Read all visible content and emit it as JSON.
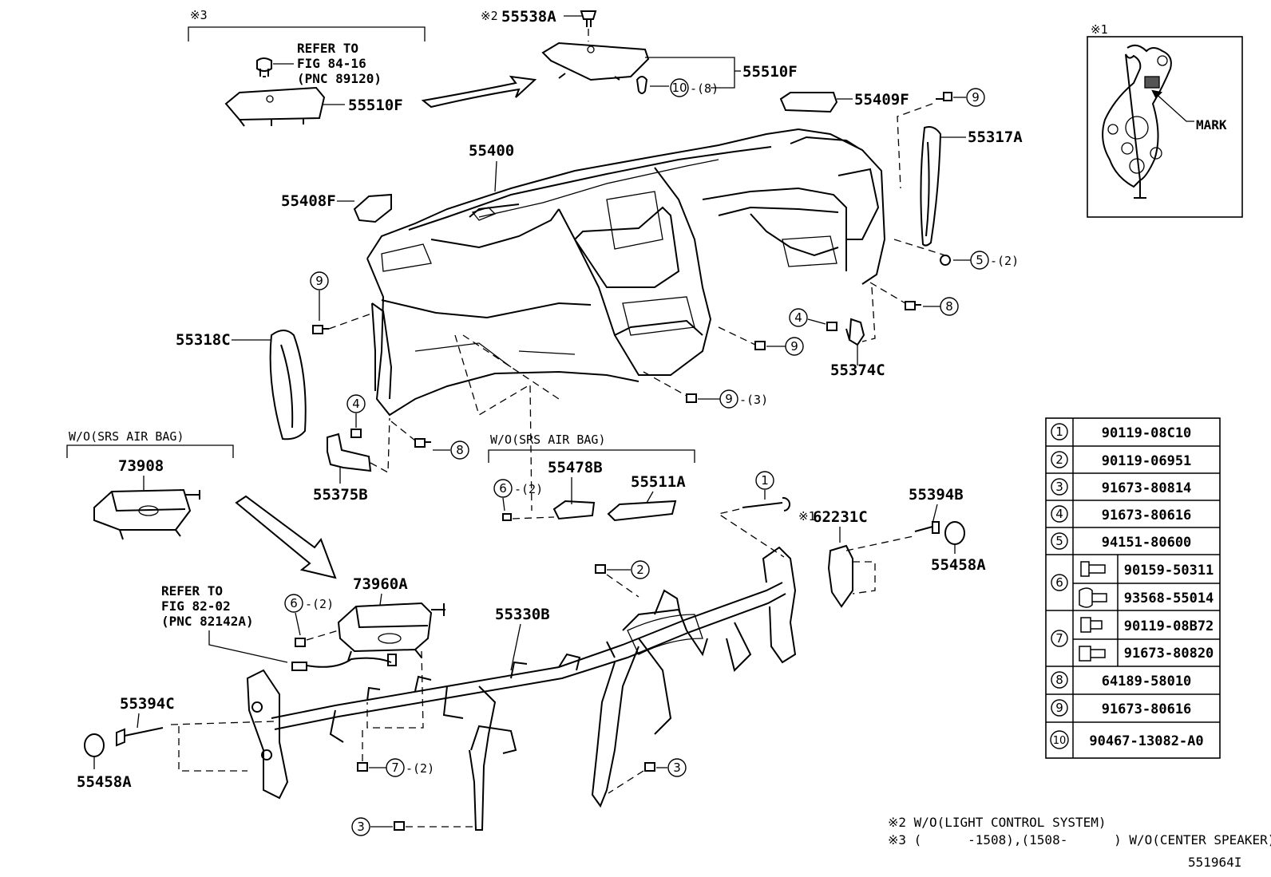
{
  "parts": {
    "p55538A": "55538A",
    "p55510F_top": "55510F",
    "p55510F_left": "55510F",
    "p55409F": "55409F",
    "p55317A": "55317A",
    "p55400": "55400",
    "p55408F": "55408F",
    "p55318C": "55318C",
    "p55374C": "55374C",
    "p55375B": "55375B",
    "p73908": "73908",
    "p55478B": "55478B",
    "p55511A": "55511A",
    "p62231C": "62231C",
    "p55394B": "55394B",
    "p55458A_right": "55458A",
    "p73960A": "73960A",
    "p55330B": "55330B",
    "p55394C": "55394C",
    "p55458A_left": "55458A"
  },
  "notes": {
    "mark3": "※3",
    "mark2": "※2",
    "mark1": "※1",
    "mark1_inline": "※1",
    "refer1_l1": "REFER TO",
    "refer1_l2": "FIG 84-16",
    "refer1_l3": "(PNC 89120)",
    "refer2_l1": "REFER TO",
    "refer2_l2": "FIG 82-02",
    "refer2_l3": "(PNC 82142A)",
    "wo_srs_1": "W/O(SRS AIR BAG)",
    "wo_srs_2": "W/O(SRS AIR BAG)",
    "mark_label": "MARK",
    "footnote2": "※2 W/O(LIGHT CONTROL SYSTEM)",
    "footnote3": "※3 (      -1508),(1508-      ) W/O(CENTER SPEAKER)",
    "diagram_id": "551964I"
  },
  "callouts": {
    "c10": "10",
    "q10": "-(8)",
    "c9a": "9",
    "c5": "5",
    "q5": "-(2)",
    "c9b": "9",
    "c8a": "8",
    "c4a": "4",
    "c9c": "9",
    "c9d": "9",
    "q9d": "-(3)",
    "c4b": "4",
    "c8b": "8",
    "c6a": "6",
    "q6a": "-(2)",
    "c1": "1",
    "c2": "2",
    "c6b": "6",
    "q6b": "-(2)",
    "c7": "7",
    "q7": "-(2)",
    "c3a": "3",
    "c3b": "3"
  },
  "legend": [
    {
      "no": "1",
      "part": "90119-08C10"
    },
    {
      "no": "2",
      "part": "90119-06951"
    },
    {
      "no": "3",
      "part": "91673-80814"
    },
    {
      "no": "4",
      "part": "91673-80616"
    },
    {
      "no": "5",
      "part": "94151-80600"
    },
    {
      "no": "6",
      "part_a": "90159-50311",
      "part_b": "93568-55014"
    },
    {
      "no": "7",
      "part_a": "90119-08B72",
      "part_b": "91673-80820"
    },
    {
      "no": "8",
      "part": "64189-58010"
    },
    {
      "no": "9",
      "part": "91673-80616"
    },
    {
      "no": "10",
      "part": "90467-13082-A0"
    }
  ]
}
